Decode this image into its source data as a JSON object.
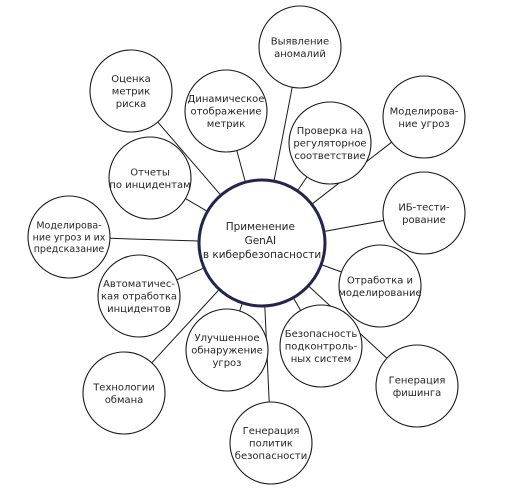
{
  "center": {
    "lines": [
      "Применение",
      "GenAI",
      "в кибербезопасности"
    ],
    "stroke": "#23254f"
  },
  "nodes": [
    {
      "id": "anomaly",
      "lines": [
        "Выявление",
        "аномалий"
      ]
    },
    {
      "id": "dyn-metrics",
      "lines": [
        "Динамическое",
        "отображение",
        "метрик"
      ]
    },
    {
      "id": "risk",
      "lines": [
        "Оценка",
        "метрик",
        "риска"
      ]
    },
    {
      "id": "compliance",
      "lines": [
        "Проверка на",
        "регуляторное",
        "соответствие"
      ]
    },
    {
      "id": "threat-model",
      "lines": [
        "Моделирова-",
        "ние угроз"
      ]
    },
    {
      "id": "reports",
      "lines": [
        "Отчеты",
        "по инцидентам"
      ]
    },
    {
      "id": "ib-test",
      "lines": [
        "ИБ-тести-",
        "рование"
      ]
    },
    {
      "id": "threat-pred",
      "lines": [
        "Моделирова-",
        "ние угроз и их",
        "предсказание"
      ]
    },
    {
      "id": "sim",
      "lines": [
        "Отработка и",
        "моделирование"
      ]
    },
    {
      "id": "auto-resp",
      "lines": [
        "Автоматичес-",
        "кая отработка",
        "инцидентов"
      ]
    },
    {
      "id": "detection",
      "lines": [
        "Улучшенное",
        "обнаружение",
        "угроз"
      ]
    },
    {
      "id": "subsys",
      "lines": [
        "Безопасность",
        "подконтроль-",
        "ных систем"
      ]
    },
    {
      "id": "deception",
      "lines": [
        "Технологии",
        "обмана"
      ]
    },
    {
      "id": "phishing",
      "lines": [
        "Генерация",
        "фишинга"
      ]
    },
    {
      "id": "policies",
      "lines": [
        "Генерация",
        "политик",
        "безопасности"
      ]
    }
  ]
}
